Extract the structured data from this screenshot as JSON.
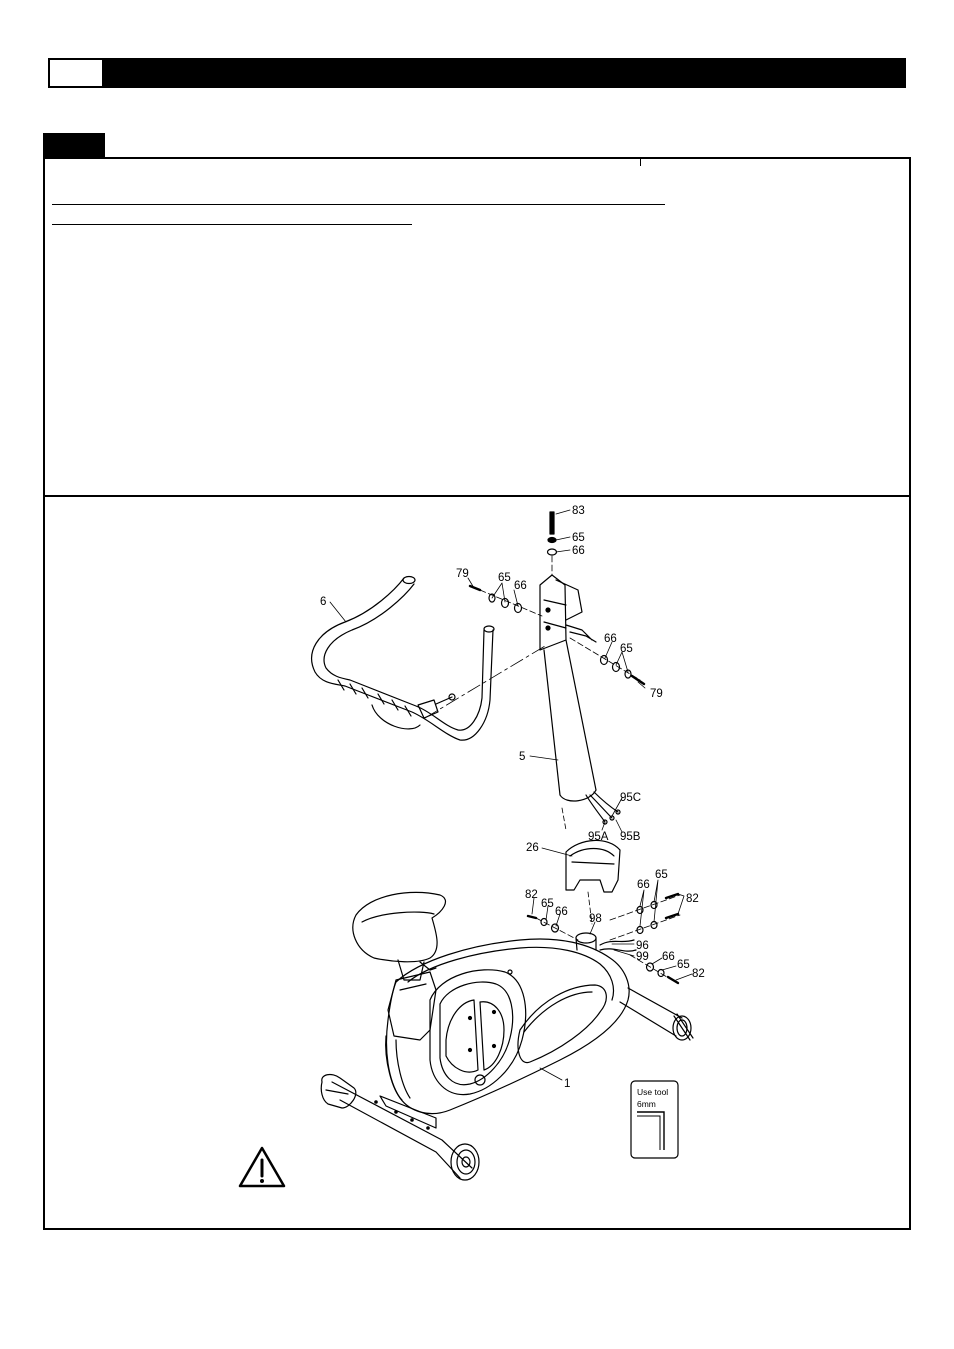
{
  "callouts": {
    "c83": "83",
    "c65_top": "65",
    "c66_top": "66",
    "c79_left": "79",
    "c65_left": "65",
    "c66_left": "66",
    "c6": "6",
    "c66_right": "66",
    "c65_right": "65",
    "c79_right": "79",
    "c5": "5",
    "c95C": "95C",
    "c95A": "95A",
    "c95B": "95B",
    "c26": "26",
    "c82_left": "82",
    "c65_low_left": "65",
    "c66_low_left": "66",
    "c98": "98",
    "c66_low_right": "66",
    "c65_low_right": "65",
    "c82_low_right": "82",
    "c96": "96",
    "c99": "99",
    "c66_bottom": "66",
    "c65_bottom": "65",
    "c82_bottom": "82",
    "c1": "1"
  },
  "tool": {
    "line1": "Use tool",
    "line2": "6mm"
  },
  "icons": {
    "warning": "warning-triangle-icon",
    "allen_key": "allen-key-icon"
  }
}
